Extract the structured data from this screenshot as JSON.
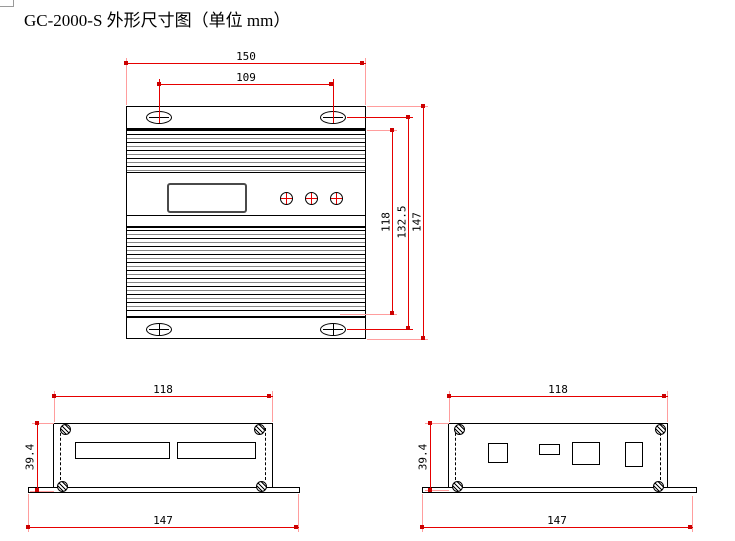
{
  "title": "GC-2000-S 外形尺寸图（单位 mm）",
  "colors": {
    "geometry": "#000000",
    "dimension": "#e60000",
    "background": "#ffffff"
  },
  "top_view": {
    "dim_overall_width": "150",
    "dim_hole_spacing": "109",
    "dim_body_height": "118",
    "dim_hole_span": "132.5",
    "dim_overall_height": "147"
  },
  "front_view": {
    "dim_top_width": "118",
    "dim_height": "39.4",
    "dim_bottom_width": "147"
  },
  "rear_view": {
    "dim_top_width": "118",
    "dim_height": "39.4",
    "dim_bottom_width": "147"
  }
}
